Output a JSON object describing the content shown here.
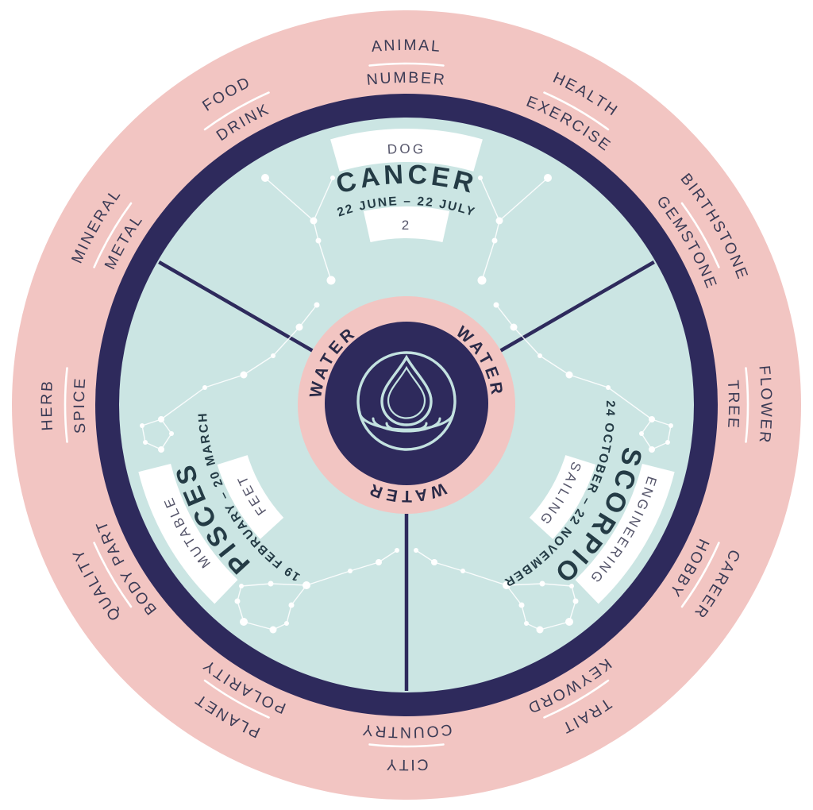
{
  "diagram": {
    "title": "Water signs zodiac wheel",
    "element_name": "WATER",
    "center_icon": "water-drop-ripple-icon",
    "colors": {
      "pink": "#F2C5C2",
      "navy": "#2E2A5C",
      "aqua": "#CBE5E3",
      "white": "#FFFFFF",
      "ring_label_text": "#3B3B55",
      "sign_text": "#243B45",
      "box_text": "#55556A",
      "water_text": "#2B2B48",
      "icon_stroke": "#C3E2E0"
    },
    "ring_categories": [
      {
        "outer": "ANIMAL",
        "inner": "NUMBER",
        "angle": 0
      },
      {
        "outer": "HEALTH",
        "inner": "EXERCISE",
        "angle": 30
      },
      {
        "outer": "BIRTHSTONE",
        "inner": "GEMSTONE",
        "angle": 60
      },
      {
        "outer": "FLOWER",
        "inner": "TREE",
        "angle": 90
      },
      {
        "outer": "CAREER",
        "inner": "HOBBY",
        "angle": 120
      },
      {
        "outer": "TRAIT",
        "inner": "KEYWORD",
        "angle": 150
      },
      {
        "outer": "CITY",
        "inner": "COUNTRY",
        "angle": 180
      },
      {
        "outer": "PLANET",
        "inner": "POLARITY",
        "angle": 210
      },
      {
        "outer": "QUALITY",
        "inner": "BODY PART",
        "angle": 240
      },
      {
        "outer": "HERB",
        "inner": "SPICE",
        "angle": 270
      },
      {
        "outer": "MINERAL",
        "inner": "METAL",
        "angle": 300
      },
      {
        "outer": "FOOD",
        "inner": "DRINK",
        "angle": 330
      }
    ],
    "signs": [
      {
        "name": "CANCER",
        "dates": "22 JUNE – 22 JULY",
        "outer_value": "DOG",
        "inner_value": "2",
        "rotation": 0,
        "constellation_icon": "cancer-constellation-icon"
      },
      {
        "name": "SCORPIO",
        "dates": "24 OCTOBER – 22 NOVEMBER",
        "outer_value": "ENGINEERING",
        "inner_value": "SAILING",
        "rotation": 120,
        "constellation_icon": "scorpio-constellation-icon"
      },
      {
        "name": "PISCES",
        "dates": "19 FEBRUARY – 20 MARCH",
        "outer_value": "MUTABLE",
        "inner_value": "FEET",
        "rotation": -120,
        "constellation_icon": "pisces-constellation-icon"
      }
    ],
    "element_labels": [
      {
        "text": "WATER",
        "angle": 300
      },
      {
        "text": "WATER",
        "angle": 60
      },
      {
        "text": "WATER",
        "angle": 180
      }
    ]
  }
}
